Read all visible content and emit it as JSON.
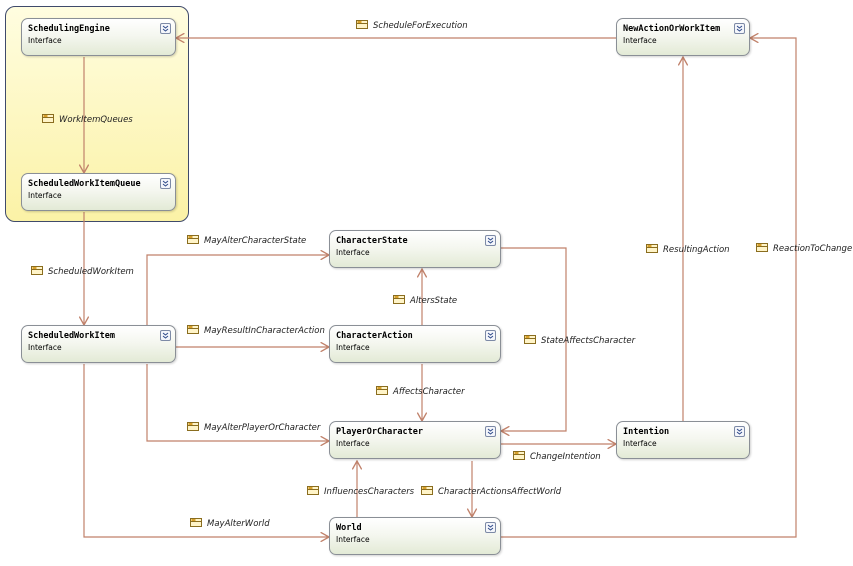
{
  "colors": {
    "connector": "#c0816a",
    "group_border": "#3f4a6b",
    "group_fill": "#fbf2a6"
  },
  "boxes": {
    "scheduling_engine": {
      "name": "SchedulingEngine",
      "type": "Interface"
    },
    "scheduled_work_item_queue": {
      "name": "ScheduledWorkItemQueue",
      "type": "Interface"
    },
    "new_action_or_work_item": {
      "name": "NewActionOrWorkItem",
      "type": "Interface"
    },
    "character_state": {
      "name": "CharacterState",
      "type": "Interface"
    },
    "scheduled_work_item": {
      "name": "ScheduledWorkItem",
      "type": "Interface"
    },
    "character_action": {
      "name": "CharacterAction",
      "type": "Interface"
    },
    "player_or_character": {
      "name": "PlayerOrCharacter",
      "type": "Interface"
    },
    "intention": {
      "name": "Intention",
      "type": "Interface"
    },
    "world": {
      "name": "World",
      "type": "Interface"
    }
  },
  "associations": {
    "schedule_for_execution": "ScheduleForExecution",
    "work_item_queues": "WorkItemQueues",
    "scheduled_work_item": "ScheduledWorkItem",
    "may_alter_character_state": "MayAlterCharacterState",
    "may_result_in_character_action": "MayResultInCharacterAction",
    "may_alter_player_or_character": "MayAlterPlayerOrCharacter",
    "may_alter_world": "MayAlterWorld",
    "alters_state": "AltersState",
    "affects_character": "AffectsCharacter",
    "state_affects_character": "StateAffectsCharacter",
    "resulting_action": "ResultingAction",
    "reaction_to_change": "ReactionToChange",
    "change_intention": "ChangeIntention",
    "influences_characters": "InfluencesCharacters",
    "character_actions_affect_world": "CharacterActionsAffectWorld"
  }
}
